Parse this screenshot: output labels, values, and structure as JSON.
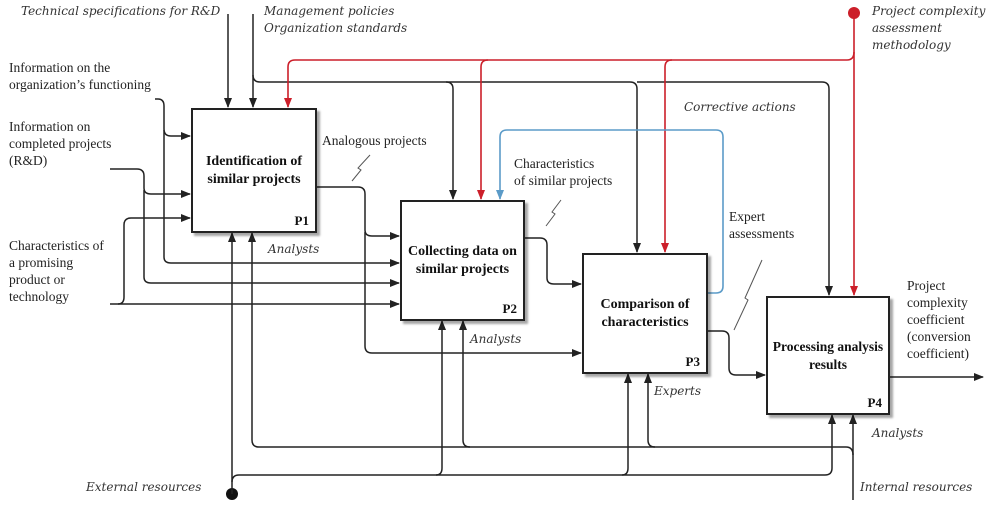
{
  "diagram": {
    "type": "IDEF0 functional model",
    "colors": {
      "line": "#222222",
      "control_red": "#cc1f2a",
      "feedback_blue": "#5b9bc8"
    },
    "processes": [
      {
        "id": "P1",
        "title": "Identification of\nsimilar projects"
      },
      {
        "id": "P2",
        "title": "Collecting data on\nsimilar projects"
      },
      {
        "id": "P3",
        "title": "Comparison of\ncharacteristics"
      },
      {
        "id": "P4",
        "title": "Processing analysis\nresults"
      }
    ],
    "inputs": {
      "org_functioning": "Information on the\norganization’s functioning",
      "completed_projects": "Information on\ncompleted projects\n(R&D)",
      "promising_product": "Characteristics of\na promising\nproduct or\ntechnology"
    },
    "controls": {
      "tech_specs": "Technical specifications for R&D",
      "mgmt_policies": "Management policies\nOrganization standards",
      "methodology": "Project complexity\nassessment\nmethodology",
      "corrective_actions": "Corrective actions"
    },
    "flows": {
      "analogous_projects": "Analogous projects",
      "characteristics_similar": "Characteristics\nof similar projects",
      "expert_assessments": "Expert\nassessments"
    },
    "output": {
      "coefficient": "Project\ncomplexity\ncoefficient\n(conversion\ncoefficient)"
    },
    "mechanisms": {
      "analysts_p1": "Analysts",
      "analysts_p2": "Analysts",
      "experts_p3": "Experts",
      "analysts_p4": "Analysts",
      "external_resources": "External resources",
      "internal_resources": "Internal resources"
    }
  }
}
